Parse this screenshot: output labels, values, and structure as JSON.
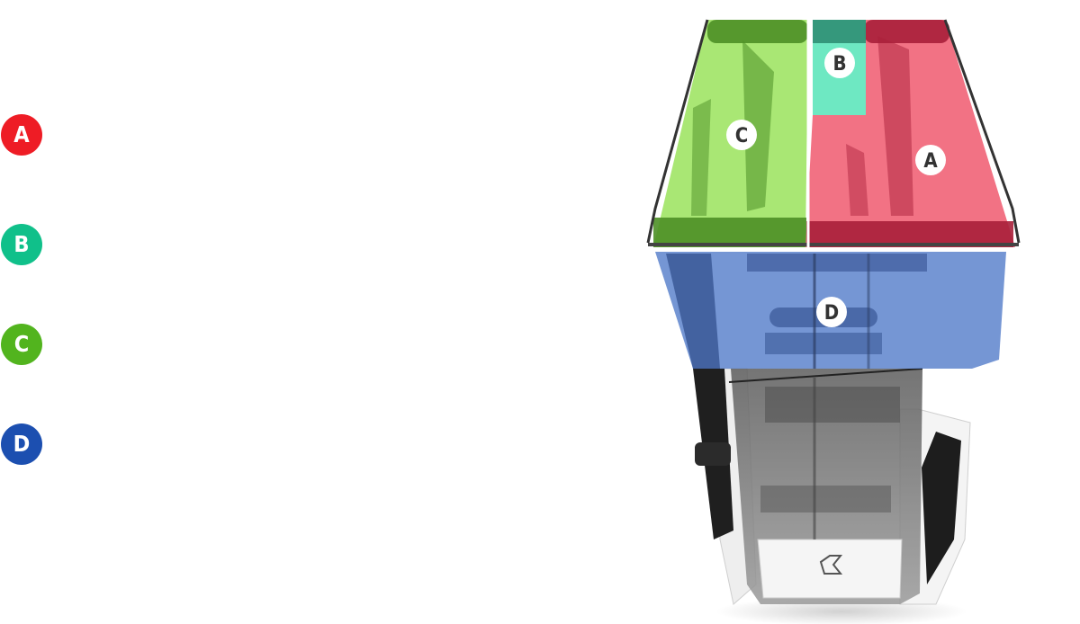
{
  "legend": [
    {
      "letter": "A",
      "color": "#ee1c25"
    },
    {
      "letter": "B",
      "color": "#10c08a"
    },
    {
      "letter": "C",
      "color": "#52b41e"
    },
    {
      "letter": "D",
      "color": "#1c4fb0"
    }
  ],
  "zones": {
    "a": {
      "letter": "A",
      "color": "#f0596e"
    },
    "b": {
      "letter": "B",
      "color": "#5ee6bb"
    },
    "c": {
      "letter": "C",
      "color": "#9ae35c"
    },
    "d": {
      "letter": "D",
      "color": "#5d84cc"
    }
  }
}
